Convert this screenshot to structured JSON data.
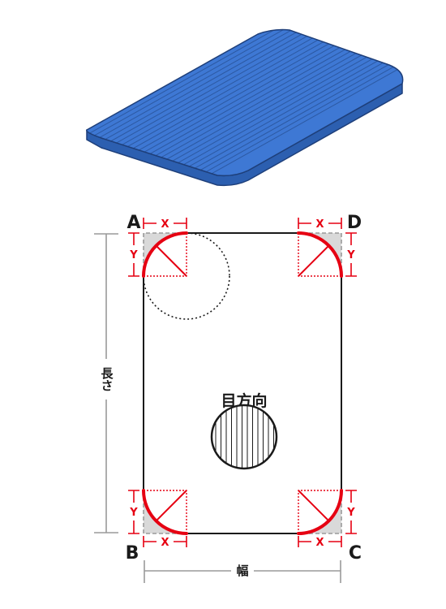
{
  "corners": {
    "a": "A",
    "b": "B",
    "c": "C",
    "d": "D"
  },
  "dims": {
    "x": "X",
    "y": "Y",
    "length": "長さ",
    "width": "幅"
  },
  "grain_label": "目方向",
  "colors": {
    "board_top": "#3e78d4",
    "board_side": "#2c5fb0",
    "board_line": "#1e3f7a",
    "outline": "#1a1a1a",
    "radius_red": "#e60012",
    "cut_gray": "#d9d9d9",
    "dim_gray": "#9a9a9a"
  }
}
